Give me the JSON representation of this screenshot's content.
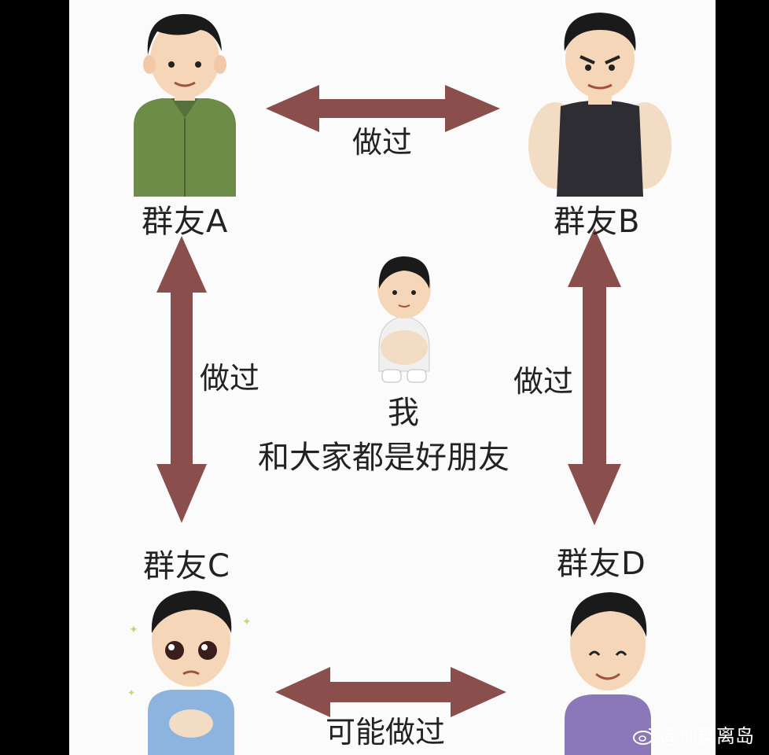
{
  "nodes": {
    "friend_a": "群友A",
    "friend_b": "群友B",
    "friend_c": "群友C",
    "friend_d": "群友D",
    "me": "我",
    "me_caption": "和大家都是好朋友"
  },
  "edges": {
    "a_b": "做过",
    "a_c": "做过",
    "b_d": "做过",
    "c_d": "可能做过"
  },
  "watermark": {
    "text": "@你群离岛",
    "icon": "weibo-icon"
  },
  "colors": {
    "arrow": "#8a4f4c",
    "background": "#fbfbfb",
    "frame": "#000000"
  }
}
